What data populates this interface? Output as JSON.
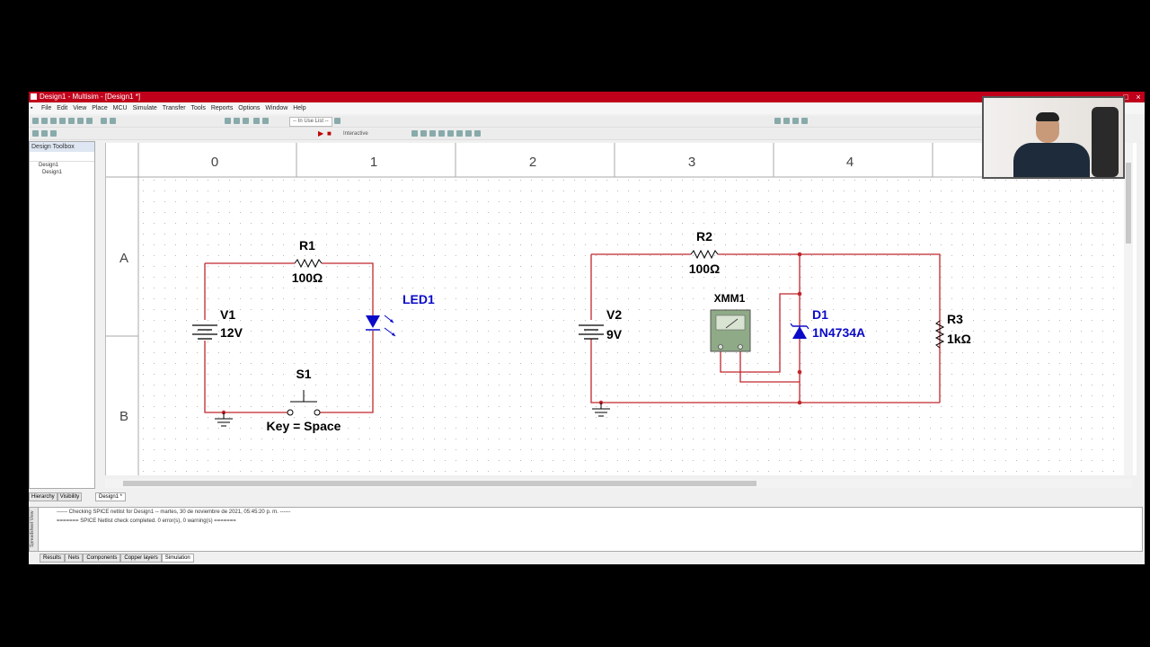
{
  "window": {
    "title": "Design1 - Multisim - [Design1 *]",
    "controls": [
      "–",
      "□",
      "×"
    ]
  },
  "menu": [
    "File",
    "Edit",
    "View",
    "Place",
    "MCU",
    "Simulate",
    "Transfer",
    "Tools",
    "Reports",
    "Options",
    "Window",
    "Help"
  ],
  "toolbar": {
    "in_use": "-- In Use List --",
    "interactive": "Interactive"
  },
  "sidebar": {
    "title": "Design Toolbox",
    "root": "Design1",
    "child": "Design1"
  },
  "sidebar_tabs": [
    "Hierarchy",
    "Visibility"
  ],
  "doc_tab": "Design1 *",
  "ruler": {
    "cols": [
      "0",
      "1",
      "2",
      "3",
      "4"
    ],
    "rows": [
      "A",
      "B"
    ]
  },
  "circuit1": {
    "r1_name": "R1",
    "r1_value": "100Ω",
    "v1_name": "V1",
    "v1_value": "12V",
    "led_name": "LED1",
    "s1_name": "S1",
    "s1_key": "Key = Space"
  },
  "circuit2": {
    "r2_name": "R2",
    "r2_value": "100Ω",
    "v2_name": "V2",
    "v2_value": "9V",
    "xmm_name": "XMM1",
    "d1_name": "D1",
    "d1_value": "1N4734A",
    "r3_name": "R3",
    "r3_value": "1kΩ"
  },
  "output": {
    "line1": "------ Checking SPICE netlist for Design1 -- martes, 30 de noviembre de 2021, 05:45:20 p. m. ------",
    "line2": "======= SPICE Netlist check completed. 0 error(s), 0 warning(s) =======",
    "side_label": "Spreadsheet View"
  },
  "bottom_tabs": [
    "Results",
    "Nets",
    "Components",
    "Copper layers",
    "Simulation"
  ],
  "colors": {
    "wire": "#c0262c",
    "component_blue": "#0a0ac8",
    "title_bar": "#c0001a"
  }
}
